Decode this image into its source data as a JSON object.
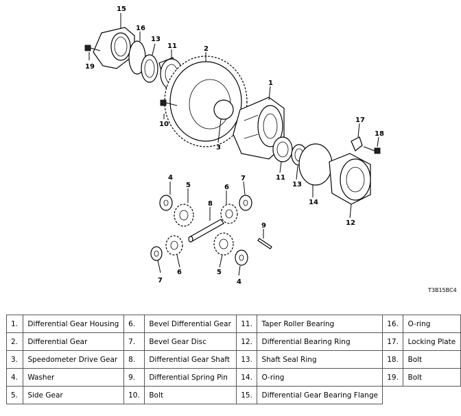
{
  "figure_code": "T3B15BC4",
  "callouts": {
    "c1": "1",
    "c2": "2",
    "c3": "3",
    "c4a": "4",
    "c4b": "4",
    "c5a": "5",
    "c5b": "5",
    "c6a": "6",
    "c6b": "6",
    "c7a": "7",
    "c7b": "7",
    "c8": "8",
    "c9": "9",
    "c10": "10",
    "c11a": "11",
    "c11b": "11",
    "c12": "12",
    "c13a": "13",
    "c13b": "13",
    "c14": "14",
    "c15": "15",
    "c16": "16",
    "c17": "17",
    "c18": "18",
    "c19": "19"
  },
  "legend": [
    [
      {
        "num": "1.",
        "name": "Differential Gear Housing"
      },
      {
        "num": "6.",
        "name": "Bevel Differential Gear"
      },
      {
        "num": "11.",
        "name": "Taper Roller Bearing"
      },
      {
        "num": "16.",
        "name": "O-ring"
      }
    ],
    [
      {
        "num": "2.",
        "name": "Differential Gear"
      },
      {
        "num": "7.",
        "name": "Bevel Gear Disc"
      },
      {
        "num": "12.",
        "name": "Differential Bearing Ring"
      },
      {
        "num": "17.",
        "name": "Locking Plate"
      }
    ],
    [
      {
        "num": "3.",
        "name": "Speedometer Drive Gear"
      },
      {
        "num": "8.",
        "name": "Differential Gear Shaft"
      },
      {
        "num": "13.",
        "name": "Shaft Seal Ring"
      },
      {
        "num": "18.",
        "name": "Bolt"
      }
    ],
    [
      {
        "num": "4.",
        "name": "Washer"
      },
      {
        "num": "9.",
        "name": "Differential Spring Pin"
      },
      {
        "num": "14.",
        "name": "O-ring"
      },
      {
        "num": "19.",
        "name": "Bolt"
      }
    ],
    [
      {
        "num": "5.",
        "name": "Side Gear"
      },
      {
        "num": "10.",
        "name": "Bolt"
      },
      {
        "num": "15.",
        "name": "Differential Gear Bearing Flange"
      },
      null
    ]
  ]
}
